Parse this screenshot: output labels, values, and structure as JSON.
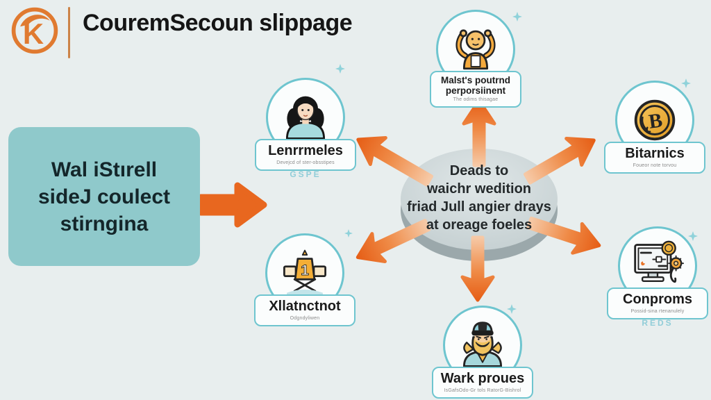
{
  "header": {
    "title": "CouremSecoun slippage",
    "logo_letter": "K",
    "logo_icon": "orange-circle-k-logo"
  },
  "left_box": {
    "line1": "Wal iStırell",
    "line2": "sideJ coulect",
    "line3": "stirngina"
  },
  "center_ellipse": {
    "line1": "Deads to",
    "line2": "waichr wedition",
    "line3": "friad Jull angier drays",
    "line4": "at oreage foeles"
  },
  "nodes": {
    "top": {
      "label": "Malst's poutrnd",
      "label2": "perporsiinent",
      "sub": "The odims thisagae",
      "faint": "",
      "icon": "monkey-icon"
    },
    "upper_left": {
      "label": "Lenrrmeles",
      "label2": "",
      "sub": "Devejcd of ster-obsstipes",
      "faint": "GSPE",
      "icon": "woman-icon"
    },
    "upper_right": {
      "label": "Bitarnics",
      "label2": "",
      "sub": "Foueor note torvou",
      "faint": "",
      "icon": "coin-icon"
    },
    "lower_left": {
      "label": "Xllatnctnot",
      "label2": "",
      "sub": "Odgndyliwen",
      "faint": "",
      "icon": "podium-icon"
    },
    "bottom": {
      "label": "Wark proues",
      "label2": "",
      "sub": "IsGafsOdo-Gr tols RatorG-Bishrol",
      "faint": "",
      "icon": "worker-icon"
    },
    "lower_right": {
      "label": "Conproms",
      "label2": "",
      "sub": "Possid-sina rtenanulely",
      "faint": "REDS",
      "icon": "monitor-icon"
    }
  },
  "colors": {
    "background": "#e8eeee",
    "accent_orange": "#e8671f",
    "teal_border": "#6ec5cf",
    "box_teal": "#8fc9cb",
    "coin_gold": "#f0b23c",
    "ellipse_gray": "#c9d4d6"
  }
}
